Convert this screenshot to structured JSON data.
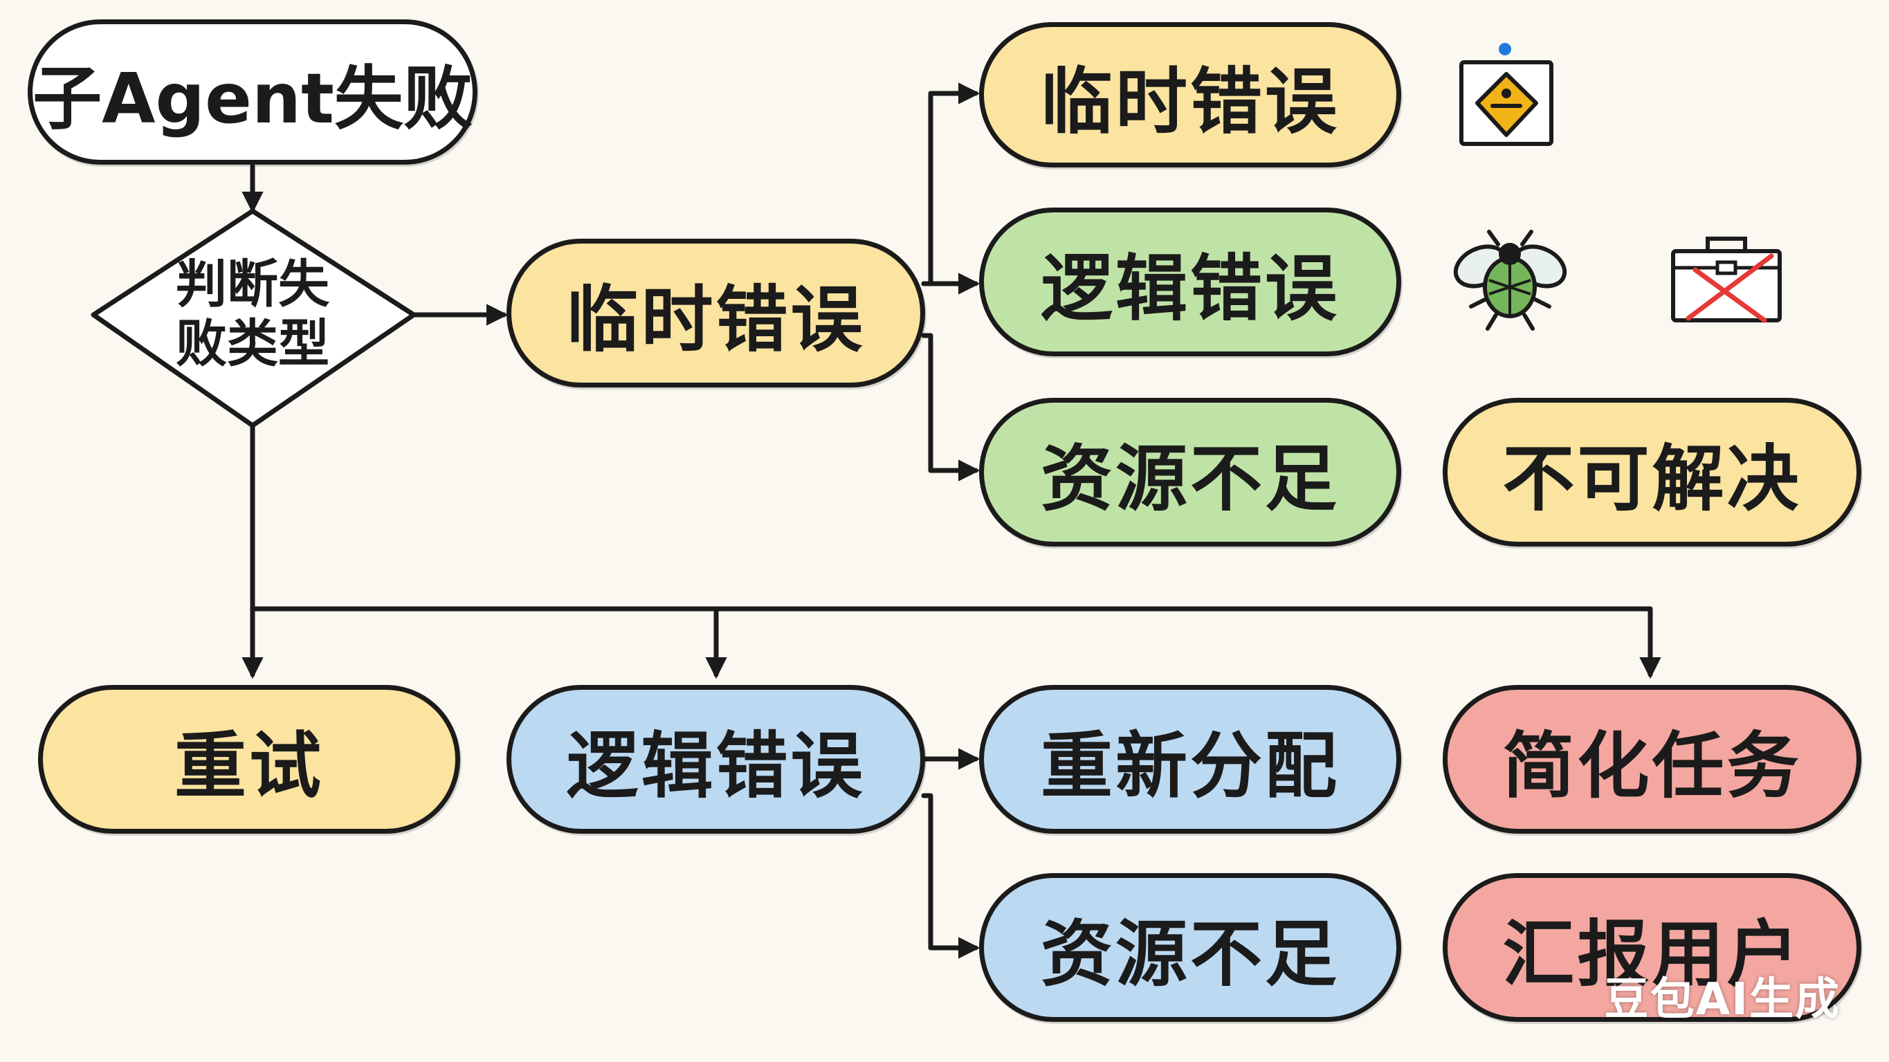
{
  "diagram": {
    "start": "子Agent失败",
    "decision": {
      "line1": "判断失",
      "line2": "败类型"
    },
    "branch_temp": "临时错误",
    "categories": {
      "temporary": "临时错误",
      "logic": "逻辑错误",
      "resource": "资源不足"
    },
    "unsolvable": "不可解决",
    "actions": {
      "retry": "重试",
      "logic": "逻辑错误",
      "reassign": "重新分配",
      "resource": "资源不足",
      "simplify": "简化任务",
      "report": "汇报用户"
    },
    "icons": [
      "warning-sign-icon",
      "bug-icon",
      "broken-toolbox-icon"
    ]
  },
  "colors": {
    "yellow": "#fbe3a0",
    "green": "#bfe3a6",
    "blue": "#bcd9f2",
    "red": "#f3a7a0",
    "outline": "#1b1b1b"
  },
  "watermark": "豆包AI生成"
}
